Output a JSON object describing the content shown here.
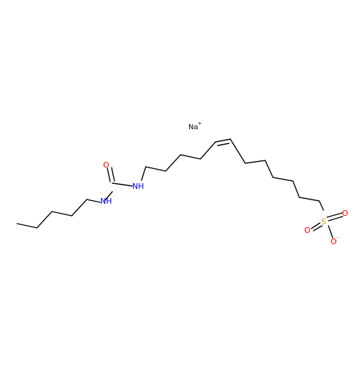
{
  "molecule": {
    "atom_labels": {
      "na": "Na",
      "na_charge": "+",
      "nh_amide_left": "NH",
      "nh_amide_right": "NH",
      "o_carbonyl": "O",
      "s": "S",
      "o_sulfonyl_top": "O",
      "o_sulfonyl_left": "O",
      "o_sulfonyl_bottom": "O",
      "o_minus_sign": "-"
    },
    "colors": {
      "bond": "#000000",
      "nitrogen": "#0000ff",
      "oxygen": "#ff0000",
      "sulfur": "#c8a000",
      "sodium": "#000000"
    }
  }
}
